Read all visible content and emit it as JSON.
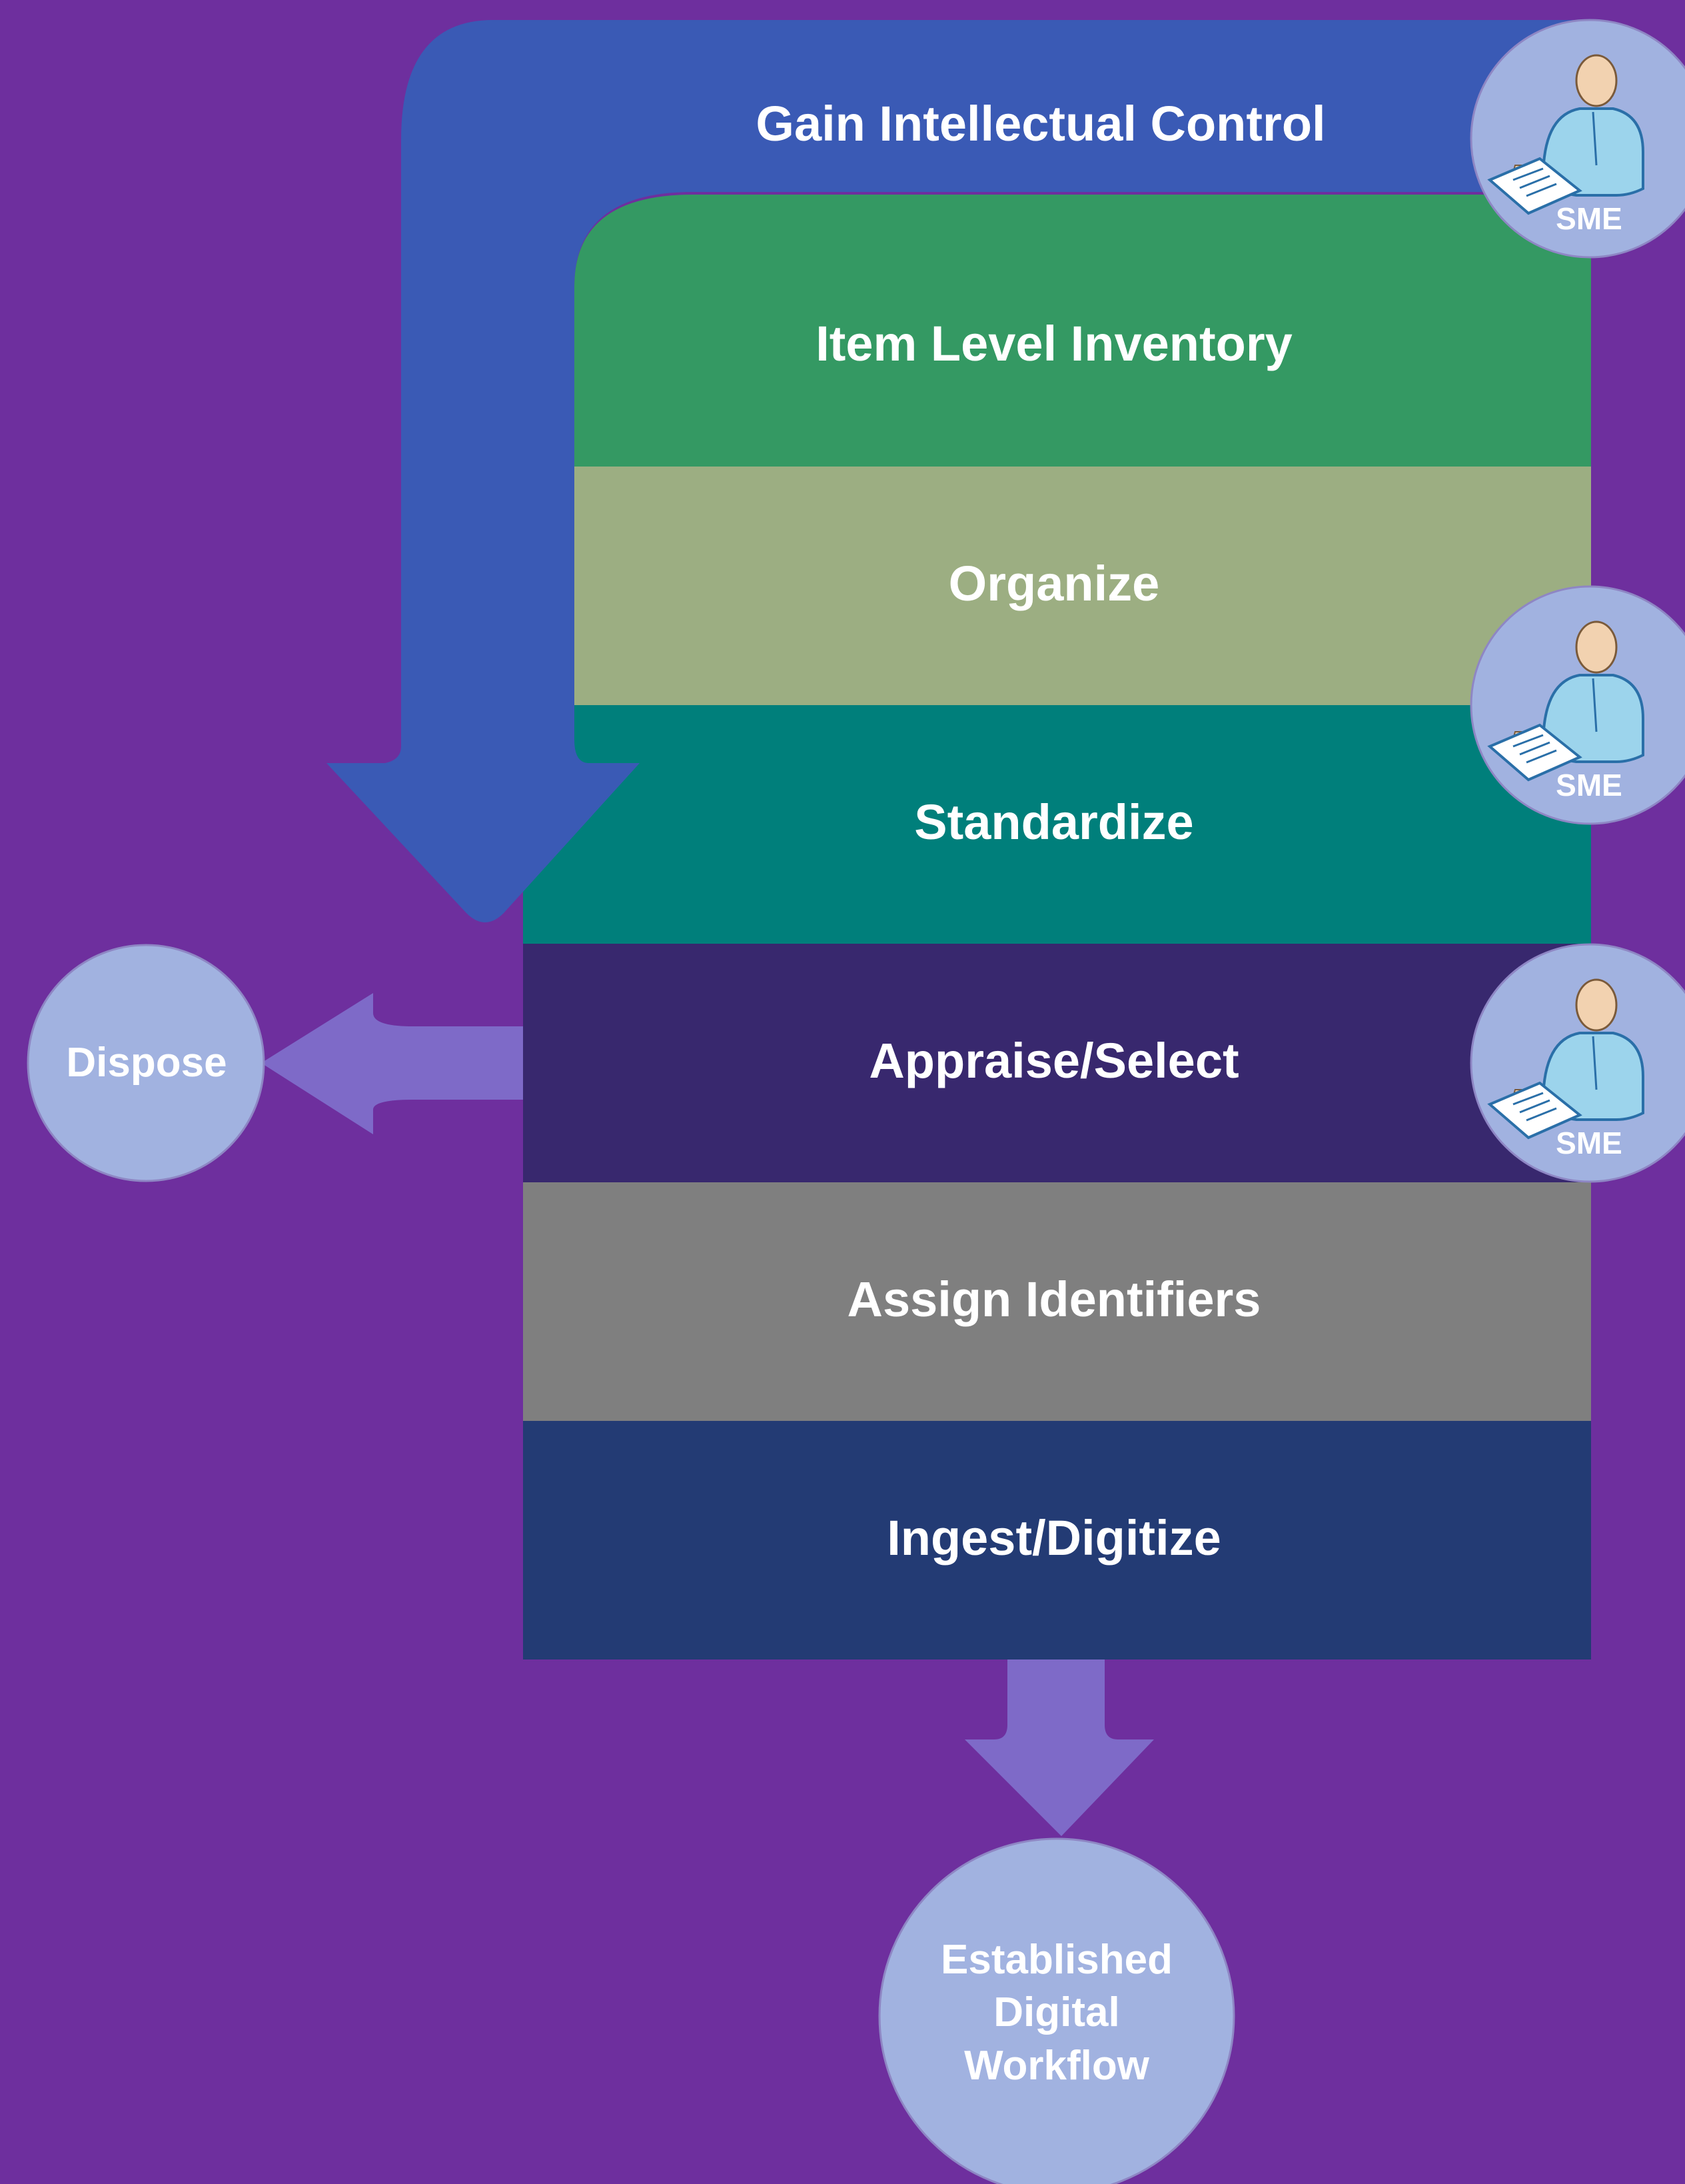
{
  "bands": [
    {
      "label": "Gain Intellectual Control",
      "color": "#3a5ab5"
    },
    {
      "label": "Item Level Inventory",
      "color": "#349963"
    },
    {
      "label": "Organize",
      "color": "#9cae82"
    },
    {
      "label": "Standardize",
      "color": "#007f7b"
    },
    {
      "label": "Appraise/Select",
      "color": "#38286e"
    },
    {
      "label": "Assign Identifiers",
      "color": "#7f7f7f"
    },
    {
      "label": "Ingest/Digitize",
      "color": "#233b74"
    }
  ],
  "sme_badges": [
    {
      "label": "SME"
    },
    {
      "label": "SME"
    },
    {
      "label": "SME"
    }
  ],
  "dispose": {
    "label": "Dispose"
  },
  "outcome": {
    "lines": [
      "Established",
      "Digital",
      "Workflow"
    ]
  },
  "colors": {
    "background": "#6e2f9e",
    "circle_fill": "#a1b2e0",
    "small_arrow": "#7e6ac8",
    "text": "#ffffff"
  }
}
